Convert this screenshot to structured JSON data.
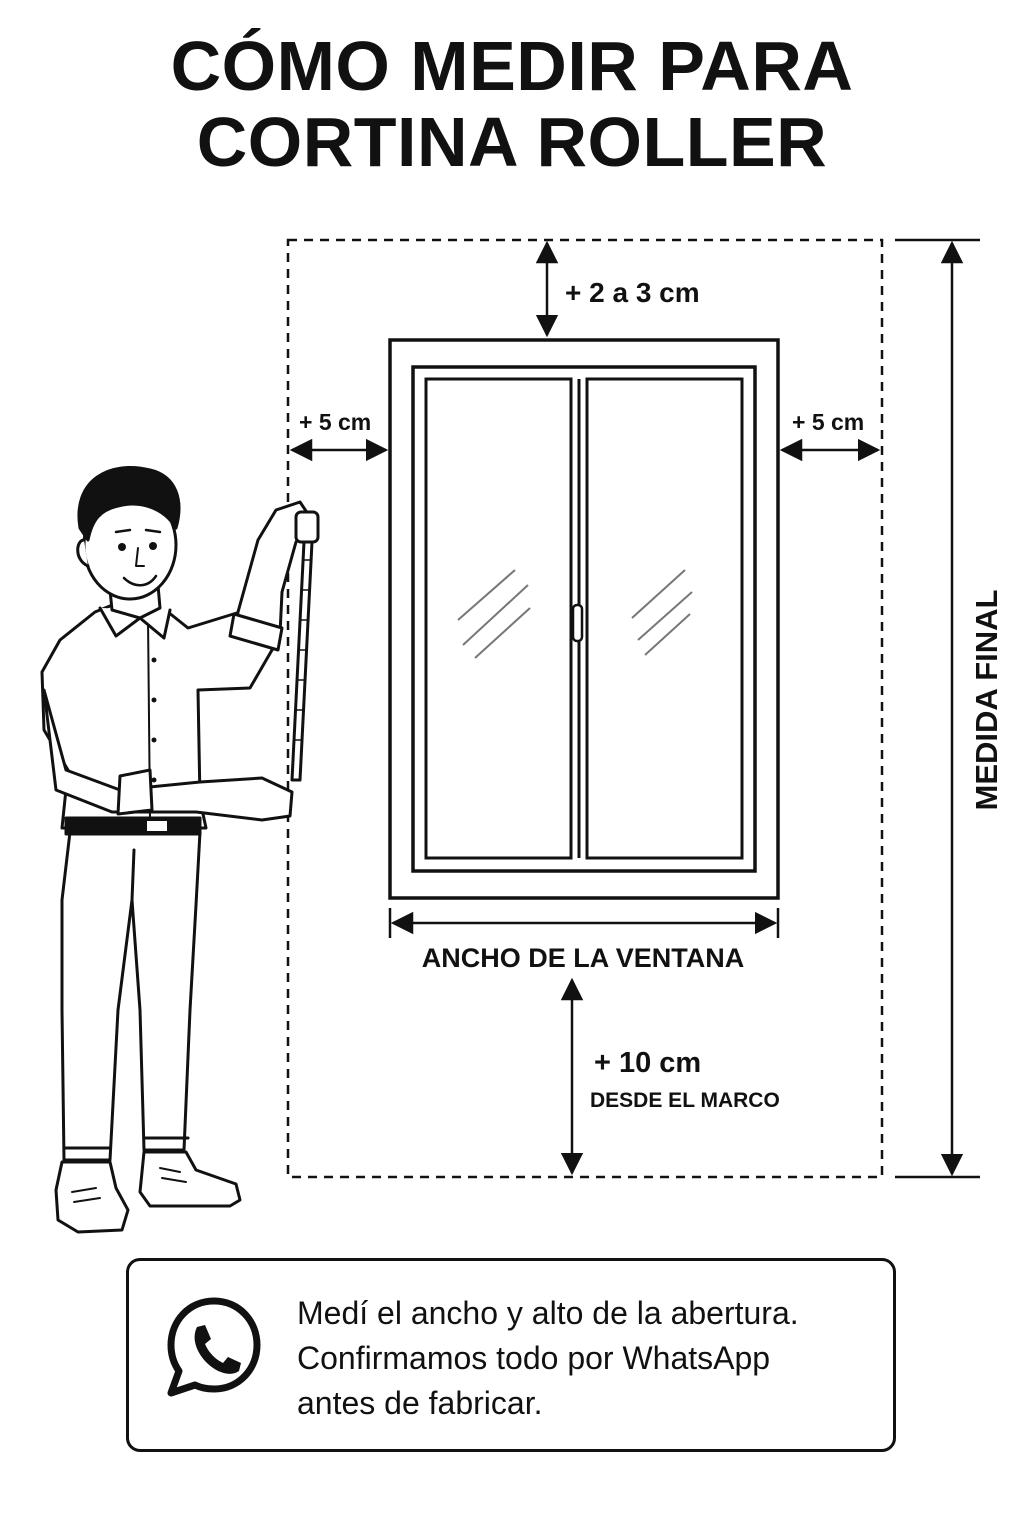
{
  "title": {
    "line1": "CÓMO MEDIR PARA",
    "line2": "CORTINA ROLLER"
  },
  "diagram": {
    "top_margin_label": "+ 2 a 3 cm",
    "left_margin_label": "+ 5 cm",
    "right_margin_label": "+ 5 cm",
    "width_label": "ANCHO DE LA VENTANA",
    "bottom_margin_label": "+ 10 cm",
    "bottom_margin_sub": "DESDE EL MARCO",
    "final_height_label": "MEDIDA FINAL"
  },
  "note": {
    "icon": "whatsapp-icon",
    "line1": "Medí el ancho y alto de la abertura.",
    "line2": "Confirmamos todo por WhatsApp",
    "line3": "antes de fabricar."
  },
  "colors": {
    "ink": "#111111",
    "background": "#ffffff"
  }
}
